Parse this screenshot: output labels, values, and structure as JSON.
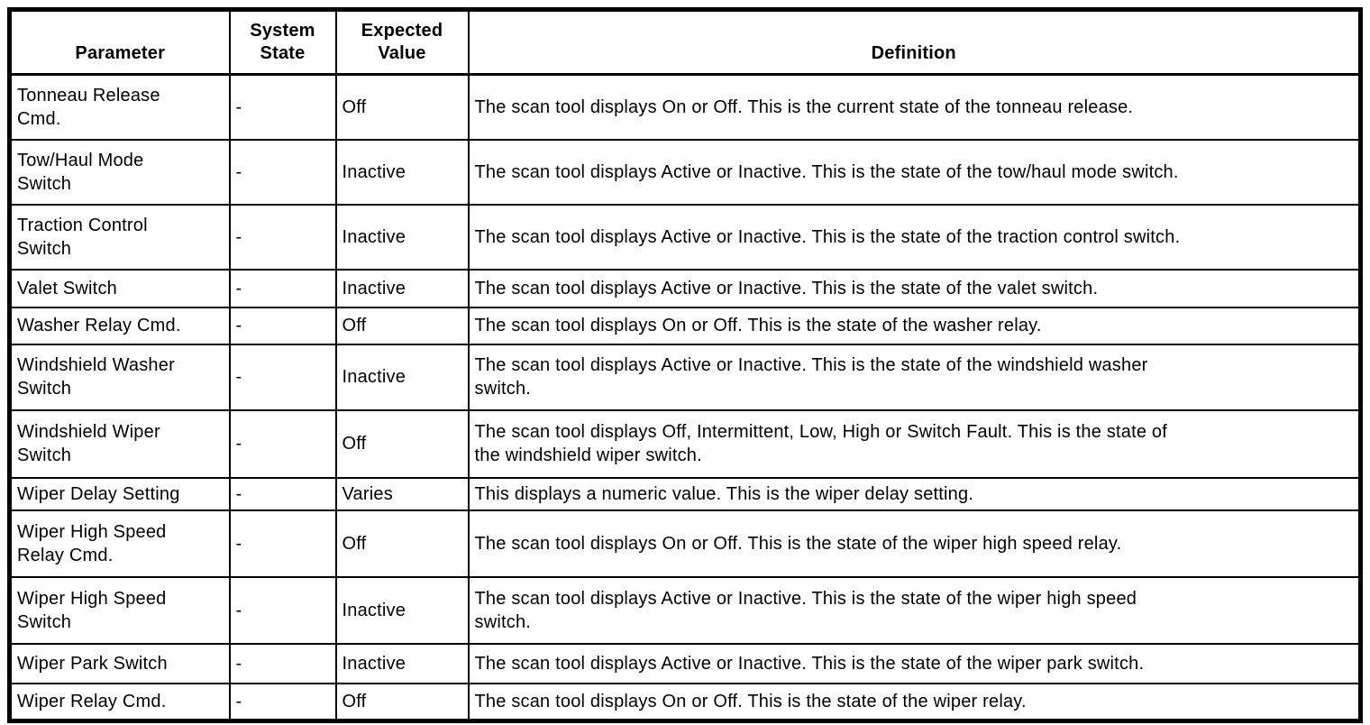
{
  "document": {
    "type": "service-manual-parameter-table"
  },
  "table": {
    "columns": [
      {
        "key": "parameter",
        "label": "Parameter"
      },
      {
        "key": "system_state",
        "label": "System State"
      },
      {
        "key": "expected_value",
        "label": "Expected Value"
      },
      {
        "key": "definition",
        "label": "Definition"
      }
    ],
    "rows": [
      {
        "parameter": "Tonneau Release\nCmd.",
        "system_state": "-",
        "expected_value": "Off",
        "definition": "The scan tool displays On or Off. This is the current state of the tonneau release."
      },
      {
        "parameter": "Tow/Haul Mode\nSwitch",
        "system_state": "-",
        "expected_value": "Inactive",
        "definition": "The scan tool displays Active or Inactive. This is the state of the tow/haul mode switch."
      },
      {
        "parameter": "Traction Control\nSwitch",
        "system_state": "-",
        "expected_value": "Inactive",
        "definition": "The scan tool displays Active or Inactive. This is the state of the traction control switch."
      },
      {
        "parameter": "Valet Switch",
        "system_state": "-",
        "expected_value": "Inactive",
        "definition": "The scan tool displays Active or Inactive. This is the state of the valet switch."
      },
      {
        "parameter": "Washer Relay Cmd.",
        "system_state": "-",
        "expected_value": "Off",
        "definition": "The scan tool displays On or Off. This is the state of the washer relay."
      },
      {
        "parameter": "Windshield Washer\nSwitch",
        "system_state": "-",
        "expected_value": "Inactive",
        "definition": "The scan tool displays Active or Inactive. This is the state of the windshield washer\nswitch."
      },
      {
        "parameter": "Windshield Wiper\nSwitch",
        "system_state": "-",
        "expected_value": "Off",
        "definition": "The scan tool displays Off, Intermittent, Low, High or Switch Fault. This is the state of\nthe windshield wiper switch."
      },
      {
        "parameter": "Wiper Delay Setting",
        "system_state": "-",
        "expected_value": "Varies",
        "definition": "This displays a numeric value. This is the wiper delay setting."
      },
      {
        "parameter": "Wiper High Speed\nRelay Cmd.",
        "system_state": "-",
        "expected_value": "Off",
        "definition": "The scan tool displays On or Off. This is the state of the wiper high speed relay."
      },
      {
        "parameter": "Wiper High Speed\nSwitch",
        "system_state": "-",
        "expected_value": "Inactive",
        "definition": "The scan tool displays Active or Inactive. This is the state of the wiper high speed\nswitch."
      },
      {
        "parameter": "Wiper Park Switch",
        "system_state": "-",
        "expected_value": "Inactive",
        "definition": "The scan tool displays Active or Inactive. This is the state of the wiper park switch."
      },
      {
        "parameter": "Wiper Relay Cmd.",
        "system_state": "-",
        "expected_value": "Off",
        "definition": "The scan tool displays On or Off. This is the state of the wiper relay."
      }
    ]
  }
}
